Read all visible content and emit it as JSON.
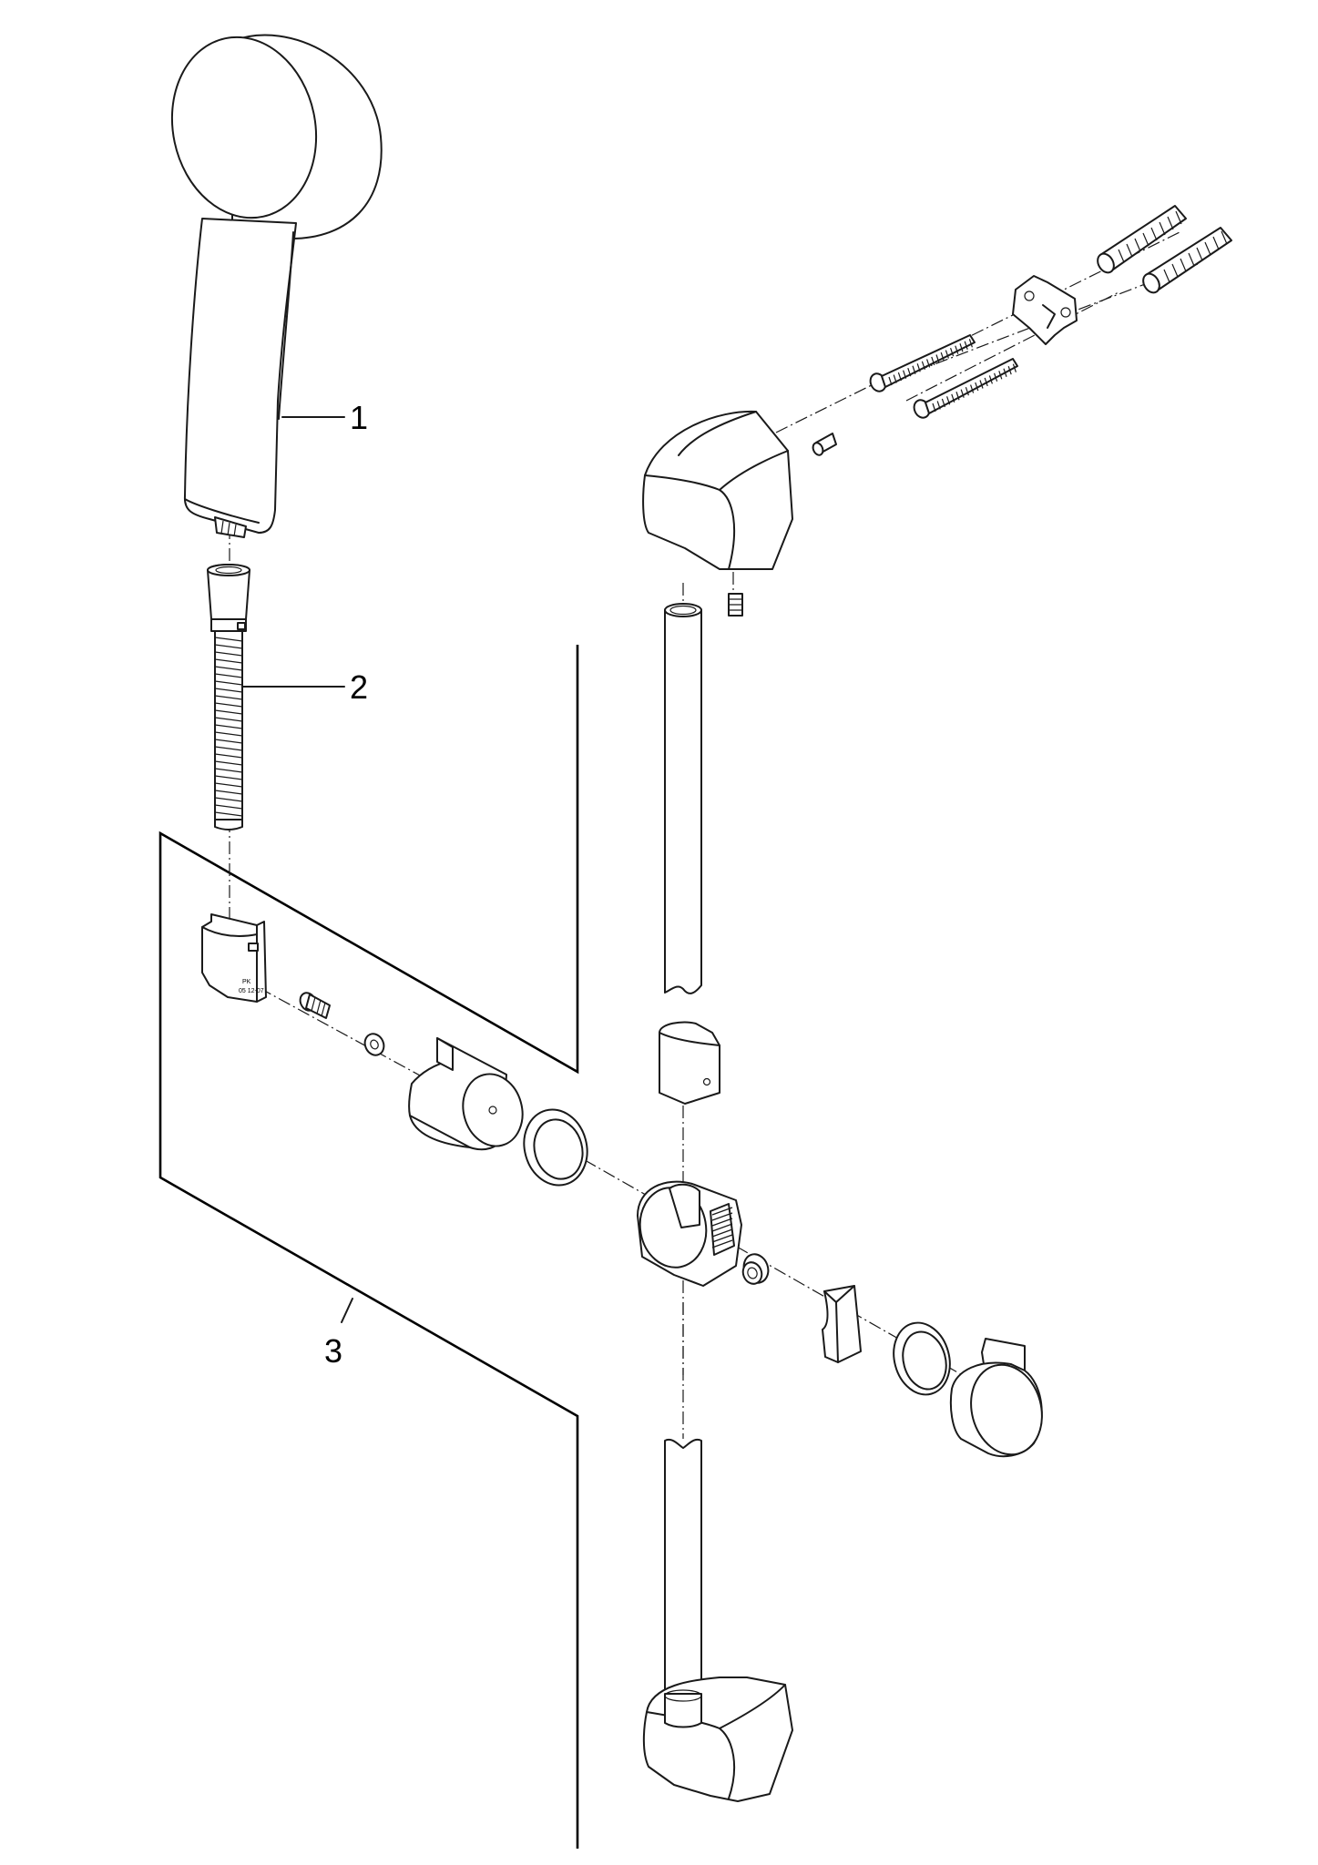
{
  "callouts": [
    {
      "number": "1",
      "part": "hand-shower"
    },
    {
      "number": "2",
      "part": "shower-hose"
    },
    {
      "number": "3",
      "part": "holder-kit"
    }
  ],
  "marking": {
    "line1": "PK",
    "line2": "05 12-07"
  }
}
